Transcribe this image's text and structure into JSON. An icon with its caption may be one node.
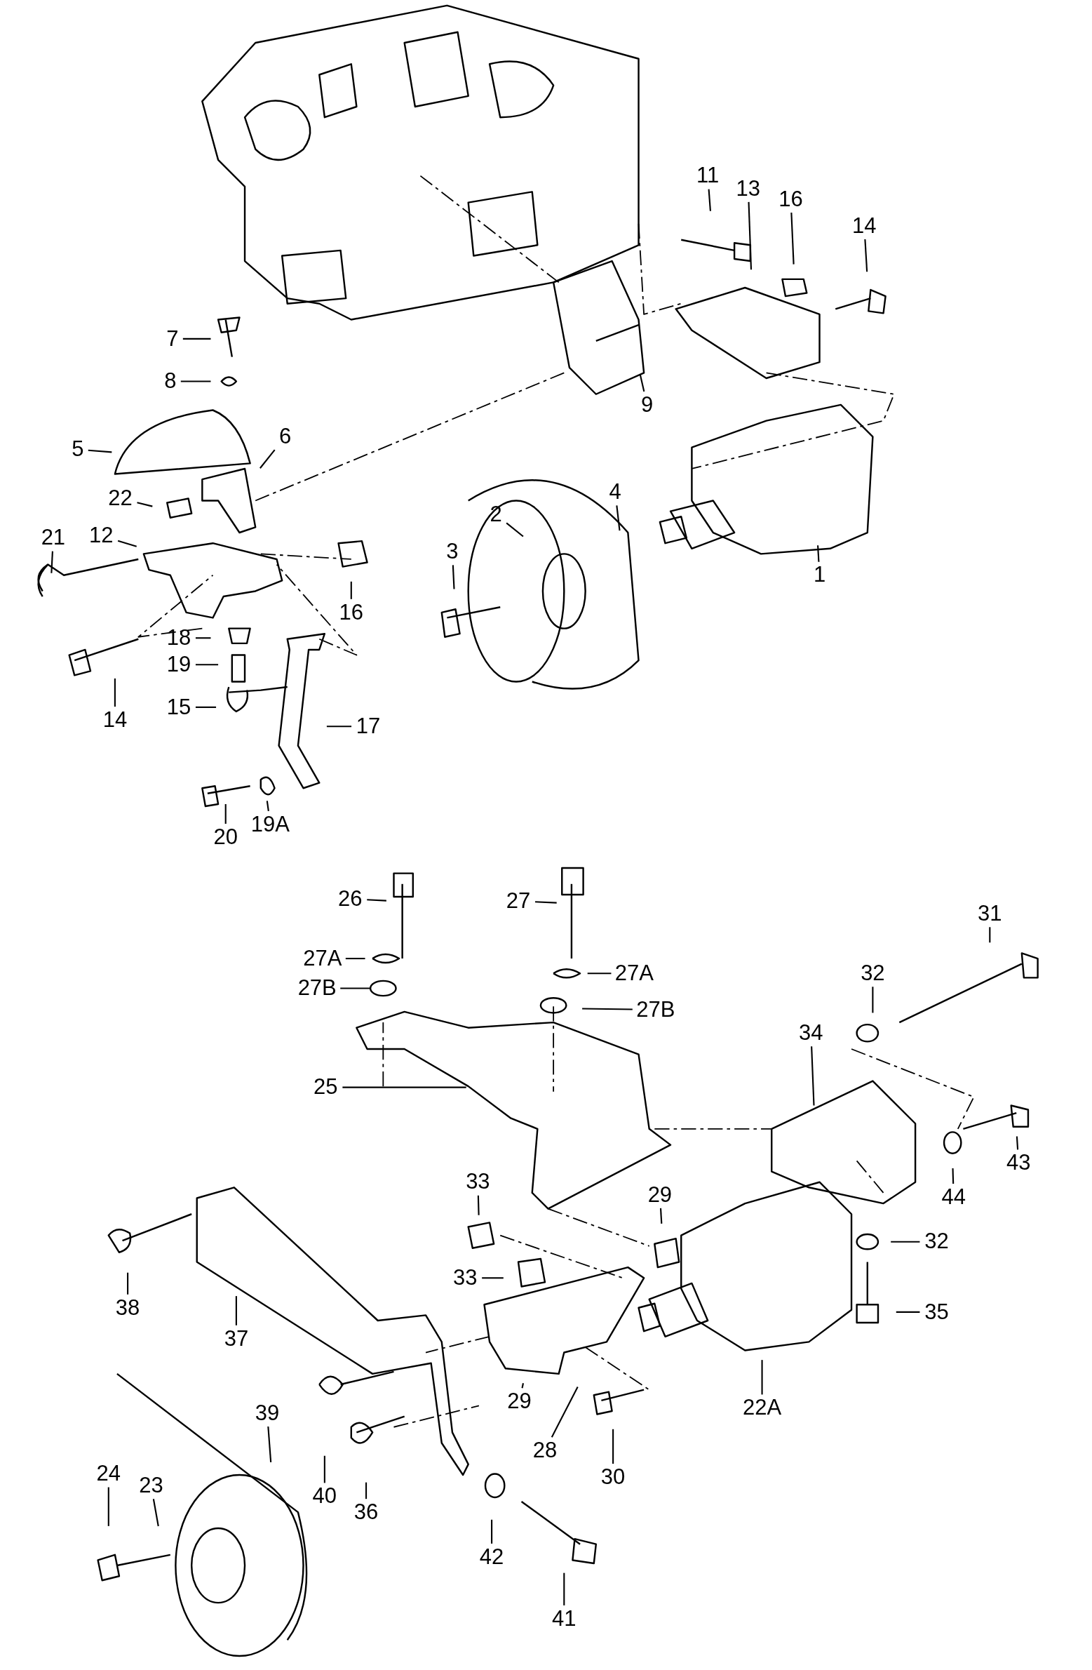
{
  "diagram": {
    "nodes": [
      {
        "text": [
          "11"
        ]
      },
      {
        "text": [
          "13"
        ]
      },
      {
        "text": [
          "16"
        ]
      },
      {
        "text": [
          "14"
        ]
      },
      {
        "text": [
          "7"
        ]
      },
      {
        "text": [
          "8"
        ]
      },
      {
        "text": [
          "9"
        ]
      },
      {
        "text": [
          "5"
        ]
      },
      {
        "text": [
          "6"
        ]
      },
      {
        "text": [
          "22"
        ]
      },
      {
        "text": [
          "4"
        ]
      },
      {
        "text": [
          "2"
        ]
      },
      {
        "text": [
          "12"
        ]
      },
      {
        "text": [
          "21"
        ]
      },
      {
        "text": [
          "3"
        ]
      },
      {
        "text": [
          "1"
        ]
      },
      {
        "text": [
          "16"
        ]
      },
      {
        "text": [
          "18"
        ]
      },
      {
        "text": [
          "19"
        ]
      },
      {
        "text": [
          "15"
        ]
      },
      {
        "text": [
          "17"
        ]
      },
      {
        "text": [
          "14"
        ]
      },
      {
        "text": [
          "20"
        ]
      },
      {
        "text": [
          "19A"
        ]
      },
      {
        "text": [
          "26"
        ]
      },
      {
        "text": [
          "27"
        ]
      },
      {
        "text": [
          "31"
        ]
      },
      {
        "text": [
          "27A"
        ]
      },
      {
        "text": [
          "27A"
        ]
      },
      {
        "text": [
          "27B"
        ]
      },
      {
        "text": [
          "32"
        ]
      },
      {
        "text": [
          "27B"
        ]
      },
      {
        "text": [
          "34"
        ]
      },
      {
        "text": [
          "25"
        ]
      },
      {
        "text": [
          "43"
        ]
      },
      {
        "text": [
          "33"
        ]
      },
      {
        "text": [
          "29"
        ]
      },
      {
        "text": [
          "44"
        ]
      },
      {
        "text": [
          "32"
        ]
      },
      {
        "text": [
          "33"
        ]
      },
      {
        "text": [
          "38"
        ]
      },
      {
        "text": [
          "35"
        ]
      },
      {
        "text": [
          "37"
        ]
      },
      {
        "text": [
          "22A"
        ]
      },
      {
        "text": [
          "29"
        ]
      },
      {
        "text": [
          "39"
        ]
      },
      {
        "text": [
          "28"
        ]
      },
      {
        "text": [
          "30"
        ]
      },
      {
        "text": [
          "24"
        ]
      },
      {
        "text": [
          "23"
        ]
      },
      {
        "text": [
          "40"
        ]
      },
      {
        "text": [
          "36"
        ]
      },
      {
        "text": [
          "42"
        ]
      },
      {
        "text": [
          "41"
        ]
      }
    ],
    "edges": [
      {
        "from": 0,
        "to": null,
        "arrow": "none"
      },
      {
        "from": 1,
        "to": null,
        "arrow": "none"
      },
      {
        "from": 2,
        "to": null,
        "arrow": "none"
      },
      {
        "from": 3,
        "to": null,
        "arrow": "none"
      },
      {
        "from": 4,
        "to": null,
        "arrow": "none"
      },
      {
        "from": 5,
        "to": null,
        "arrow": "none"
      },
      {
        "from": 6,
        "to": null,
        "arrow": "none"
      },
      {
        "from": 7,
        "to": null,
        "arrow": "none"
      },
      {
        "from": 8,
        "to": null,
        "arrow": "none"
      },
      {
        "from": 9,
        "to": null,
        "arrow": "none"
      },
      {
        "from": 10,
        "to": null,
        "arrow": "none"
      },
      {
        "from": 11,
        "to": null,
        "arrow": "none"
      },
      {
        "from": 12,
        "to": null,
        "arrow": "none"
      },
      {
        "from": 13,
        "to": null,
        "arrow": "none"
      },
      {
        "from": 14,
        "to": null,
        "arrow": "none"
      },
      {
        "from": 15,
        "to": null,
        "arrow": "none"
      },
      {
        "from": 16,
        "to": null,
        "arrow": "none"
      },
      {
        "from": 17,
        "to": null,
        "arrow": "none"
      },
      {
        "from": 18,
        "to": null,
        "arrow": "none"
      },
      {
        "from": 19,
        "to": null,
        "arrow": "none"
      },
      {
        "from": 20,
        "to": null,
        "arrow": "none"
      },
      {
        "from": 21,
        "to": null,
        "arrow": "none"
      },
      {
        "from": 22,
        "to": null,
        "arrow": "none"
      },
      {
        "from": 23,
        "to": null,
        "arrow": "none"
      },
      {
        "from": 24,
        "to": null,
        "arrow": "none"
      },
      {
        "from": 25,
        "to": null,
        "arrow": "none"
      },
      {
        "from": 26,
        "to": null,
        "arrow": "none"
      },
      {
        "from": 27,
        "to": null,
        "arrow": "none"
      },
      {
        "from": 28,
        "to": null,
        "arrow": "none"
      },
      {
        "from": 29,
        "to": null,
        "arrow": "none"
      },
      {
        "from": 30,
        "to": null,
        "arrow": "none"
      },
      {
        "from": 31,
        "to": null,
        "arrow": "none"
      },
      {
        "from": 32,
        "to": null,
        "arrow": "none"
      },
      {
        "from": 33,
        "to": null,
        "arrow": "none"
      },
      {
        "from": 34,
        "to": null,
        "arrow": "none"
      },
      {
        "from": 35,
        "to": null,
        "arrow": "none"
      },
      {
        "from": 36,
        "to": null,
        "arrow": "none"
      },
      {
        "from": 37,
        "to": null,
        "arrow": "none"
      },
      {
        "from": 38,
        "to": null,
        "arrow": "none"
      },
      {
        "from": 39,
        "to": null,
        "arrow": "none"
      },
      {
        "from": 40,
        "to": null,
        "arrow": "none"
      },
      {
        "from": 41,
        "to": null,
        "arrow": "none"
      },
      {
        "from": 42,
        "to": null,
        "arrow": "none"
      },
      {
        "from": 43,
        "to": null,
        "arrow": "none"
      },
      {
        "from": 44,
        "to": null,
        "arrow": "none"
      },
      {
        "from": 45,
        "to": null,
        "arrow": "none"
      },
      {
        "from": 46,
        "to": null,
        "arrow": "none"
      },
      {
        "from": 47,
        "to": null,
        "arrow": "none"
      },
      {
        "from": 48,
        "to": null,
        "arrow": "none"
      },
      {
        "from": 49,
        "to": null,
        "arrow": "none"
      },
      {
        "from": 50,
        "to": null,
        "arrow": "none"
      },
      {
        "from": 51,
        "to": null,
        "arrow": "none"
      },
      {
        "from": 52,
        "to": null,
        "arrow": "none"
      },
      {
        "from": 53,
        "to": null,
        "arrow": "none"
      }
    ]
  }
}
